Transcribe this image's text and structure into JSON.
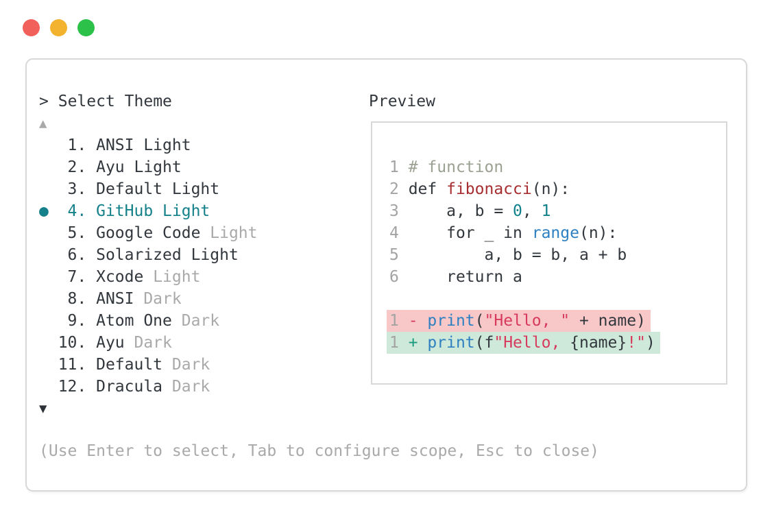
{
  "window": {
    "controls": [
      {
        "name": "close-button",
        "color": "#f2605b"
      },
      {
        "name": "minimize-button",
        "color": "#f3b32e"
      },
      {
        "name": "zoom-button",
        "color": "#2cc148"
      }
    ]
  },
  "selector": {
    "prompt_symbol": ">",
    "title": "Select Theme",
    "scroll_up": "▲",
    "scroll_down": "▼",
    "selected_marker": "●",
    "items": [
      {
        "number": 1,
        "name": "ANSI Light",
        "muted": "",
        "selected": false
      },
      {
        "number": 2,
        "name": "Ayu Light",
        "muted": "",
        "selected": false
      },
      {
        "number": 3,
        "name": "Default Light",
        "muted": "",
        "selected": false
      },
      {
        "number": 4,
        "name": "GitHub Light",
        "muted": "",
        "selected": true
      },
      {
        "number": 5,
        "name": "Google Code",
        "muted": "Light",
        "selected": false
      },
      {
        "number": 6,
        "name": "Solarized Light",
        "muted": "",
        "selected": false
      },
      {
        "number": 7,
        "name": "Xcode",
        "muted": "Light",
        "selected": false
      },
      {
        "number": 8,
        "name": "ANSI",
        "muted": "Dark",
        "selected": false
      },
      {
        "number": 9,
        "name": "Atom One",
        "muted": "Dark",
        "selected": false
      },
      {
        "number": 10,
        "name": "Ayu",
        "muted": "Dark",
        "selected": false
      },
      {
        "number": 11,
        "name": "Default",
        "muted": "Dark",
        "selected": false
      },
      {
        "number": 12,
        "name": "Dracula",
        "muted": "Dark",
        "selected": false
      }
    ],
    "hint": "(Use Enter to select, Tab to configure scope, Esc to close)"
  },
  "preview": {
    "label": "Preview",
    "lines": [
      {
        "diff": "",
        "tokens": [
          [
            "1 ",
            "num"
          ],
          [
            "# function",
            "comment"
          ]
        ]
      },
      {
        "diff": "",
        "tokens": [
          [
            "2 ",
            "num"
          ],
          [
            "def ",
            "plain"
          ],
          [
            "fibonacci",
            "func"
          ],
          [
            "(n):",
            "plain"
          ]
        ]
      },
      {
        "diff": "",
        "tokens": [
          [
            "3 ",
            "num"
          ],
          [
            "    a, b = ",
            "plain"
          ],
          [
            "0",
            "number"
          ],
          [
            ", ",
            "plain"
          ],
          [
            "1",
            "number"
          ]
        ]
      },
      {
        "diff": "",
        "tokens": [
          [
            "4 ",
            "num"
          ],
          [
            "    for _ in ",
            "plain"
          ],
          [
            "range",
            "builtin"
          ],
          [
            "(n):",
            "plain"
          ]
        ]
      },
      {
        "diff": "",
        "tokens": [
          [
            "5 ",
            "num"
          ],
          [
            "        a, b = b, a + b",
            "plain"
          ]
        ]
      },
      {
        "diff": "",
        "tokens": [
          [
            "6 ",
            "num"
          ],
          [
            "    return a",
            "plain"
          ]
        ]
      },
      {
        "diff": "",
        "tokens": []
      },
      {
        "diff": "del",
        "tokens": [
          [
            "1 ",
            "num"
          ],
          [
            "- ",
            "string"
          ],
          [
            "print",
            "builtin"
          ],
          [
            "(",
            "plain"
          ],
          [
            "\"Hello, \"",
            "string"
          ],
          [
            " + name)",
            "plain"
          ]
        ]
      },
      {
        "diff": "add",
        "tokens": [
          [
            "1 ",
            "num"
          ],
          [
            "+ ",
            "plus"
          ],
          [
            "print",
            "builtin"
          ],
          [
            "(f",
            "plain"
          ],
          [
            "\"Hello, ",
            "string"
          ],
          [
            "{name}",
            "plain"
          ],
          [
            "!\"",
            "string"
          ],
          [
            ")",
            "plain"
          ]
        ]
      }
    ]
  },
  "colors": {
    "ui": {
      "text": "#32373d",
      "muted": "#a9a9a9",
      "selection": "#14818a",
      "border": "#d8d8d8",
      "arrowdark": "#2c3138",
      "delbg": "#f8c8c8",
      "addbg": "#cee9d9"
    },
    "code": {
      "plain": "#32373d",
      "num": "#a3a3a3",
      "comment": "#9ba192",
      "func": "#a72e30",
      "number": "#10808a",
      "builtin": "#2e80c1",
      "string": "#d73a5d",
      "plus": "#189a7f"
    }
  }
}
